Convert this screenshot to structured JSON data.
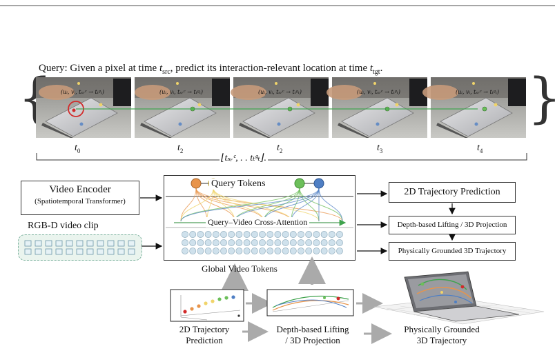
{
  "query": {
    "prefix": "Query: Given a pixel at time ",
    "src_var": "t",
    "src_sub": "src",
    "middle": ", predict its interaction-relevant location at time ",
    "tgt_var": "t",
    "tgt_sub": "tgt",
    "suffix": "."
  },
  "frames": [
    {
      "tuple": "(uᵢ, vᵢ, tₛᵣᶜ → tₜᵍₜ)",
      "time_var": "t",
      "time_sub": "0"
    },
    {
      "tuple": "(uᵢ, vᵢ, tₛᵣᶜ → tₜᵍₜ)",
      "time_var": "t",
      "time_sub": "2"
    },
    {
      "tuple": "(uᵢ, vᵢ, tₛᵣᶜ → tₜᵍₜ)",
      "time_var": "t",
      "time_sub": "2"
    },
    {
      "tuple": "(uᵢ, vᵢ, tₛᵣᶜ → tₜᵍₜ)",
      "time_var": "t",
      "time_sub": "3"
    },
    {
      "tuple": "(uᵢ, vᵢ, tₛᵣᶜ → tₜᵍₜ)",
      "time_var": "t",
      "time_sub": "4"
    }
  ],
  "range_label": "⌊tₛᵣᶜ, . . tₜᵍₜ⌋.",
  "video_encoder": {
    "title": "Video Encoder",
    "subtitle": "(Spatiotemporal Transformer)"
  },
  "rgbd_label": "RGB-D video clip",
  "center": {
    "query_tokens": "Query Tokens",
    "cross_attention": "Query–Video Cross-Attention",
    "global_tokens": "Global Video Tokens"
  },
  "outputs": {
    "traj2d": "2D Trajectory Prediction",
    "lifting": "Depth-based Lifting / 3D Projection",
    "traj3d": "Physically Grounded 3D Trajectory"
  },
  "captions": {
    "c1a": "2D Trajectory",
    "c1b": "Prediction",
    "c2a": "Depth-based Lifting",
    "c2b": "/ 3D Projection",
    "c3a": "Physically Grounded",
    "c3b": "3D Trajectory"
  },
  "colors": {
    "token_orange": "#e8944a",
    "token_yellow": "#f0d46a",
    "token_green": "#6cbf5a",
    "token_blue": "#4f7fc4",
    "traj_green": "#3fa34d",
    "marker_red": "#d22a2a",
    "clip_fill": "#dbeee4",
    "video_token": "#cfe1ec"
  }
}
